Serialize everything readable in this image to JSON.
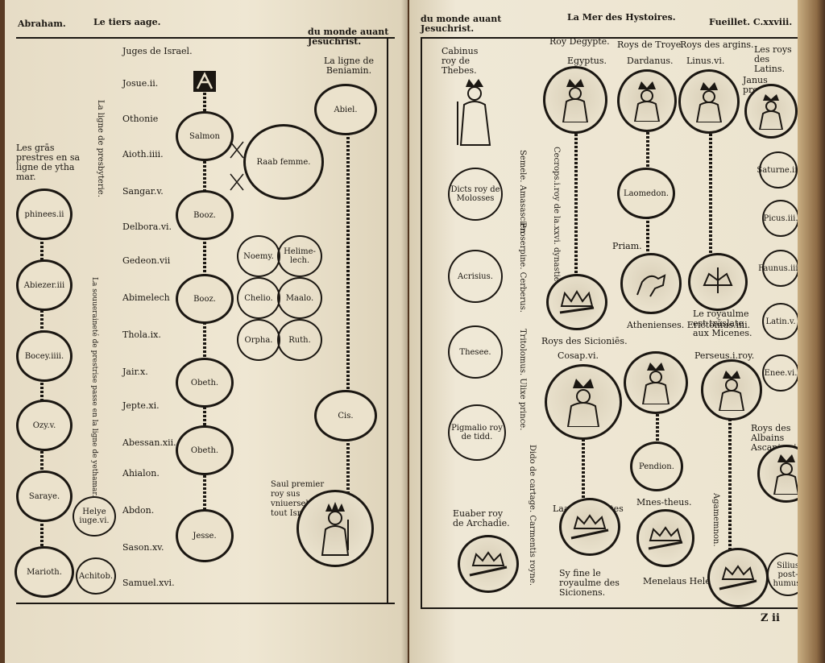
{
  "left_page": {
    "header": {
      "left": "Abraham.",
      "center": "Le tiers aage.",
      "right": "du monde auant Jesuchrist."
    },
    "high_priests_heading": "Les grās prestres en sa ligne de ytha mar.",
    "high_priests_vertical": "La ligne de presbyterie.",
    "vertical_note": "La souueraineté de prestrise passe en la ligne de yethamar.",
    "benjamin_heading": "La ligne de Beniamin.",
    "saul_note": "Saul premier roy sus vniuersel sur tout Israel.",
    "high_priests": [
      "phinees.ii",
      "Abiezer.iii",
      "Bocey.iiii.",
      "Ozy.v.",
      "Saraye.",
      "Marioth."
    ],
    "priest_side": [
      "Helye iuge.vi.",
      "Achitob."
    ],
    "judges": [
      "Juges de Israel.",
      "Josue.ii.",
      "Othonie",
      "Aioth.iiii.",
      "Sangar.v.",
      "Delbora.vi.",
      "Gedeon.vii",
      "Abimelech",
      "Thola.ix.",
      "Jair.x.",
      "Jepte.xi.",
      "Abessan.xii.",
      "Ahialon.",
      "Abdon.",
      "Sason.xv.",
      "Samuel.xvi."
    ],
    "david_line": [
      "Salmon",
      "Booz.",
      "Booz.",
      "Obeth.",
      "Obeth.",
      "Jesse."
    ],
    "rahab": "Raab femme.",
    "small_rings": [
      "Noemy.",
      "Helime-lech.",
      "Chelio.",
      "Maalo.",
      "Orpha.",
      "Ruth."
    ],
    "benjamin_line": [
      "Abiel.",
      "Cis."
    ]
  },
  "right_page": {
    "header": {
      "left": "du monde auant Jesuchrist.",
      "center": "La Mer des Hystoires.",
      "right": "Fueillet. C.xxviii."
    },
    "kings_labels": [
      "Cabinus roy de Thebes.",
      "Roy Degypte.",
      "Roys de Troye.",
      "Roys des argins.",
      "Les roys des Latins."
    ],
    "king_names": [
      "Egyptus.",
      "Dardanus.",
      "Linus.vi.",
      "Janus premier."
    ],
    "thebes_rings": [
      "Dicts roy de Molosses",
      "Acrisius.",
      "Thesee.",
      "Pigmalio roy de tidd."
    ],
    "vertical_notes": [
      "Semele. Amasascien",
      "Cecrops.i.roy de la.xxvi. dynastie",
      "Proserpine. Cerberus.",
      "Tritolomus. Ulixe prince.",
      "Dido de cartage. Carmentis royne."
    ],
    "troy_line": [
      "Laomedon.",
      "Priam.",
      "Pendion."
    ],
    "latins": [
      "Saturne.ii.",
      "Picus.iii.",
      "Faunus.iiii.",
      "Latin.v.",
      "Enee.vi."
    ],
    "notes": [
      "Athenienses. Erictonius.iiii.",
      "Le royaulme est trāslate aux Micenes.",
      "Roys des Sicioniēs.",
      "Cosap.vi.",
      "Perseus.i.roy.",
      "Roys des Albains Ascanius.i."
    ],
    "bottom_labels": [
      "Euaber roy de Archadie.",
      "Laath hermetes",
      "Mnes-theus.",
      "Agamemnon.",
      "Sy fine le royaulme des Sicionens.",
      "Menelaus Helene.",
      "Silius post-humus."
    ],
    "signature": "Z ii"
  }
}
